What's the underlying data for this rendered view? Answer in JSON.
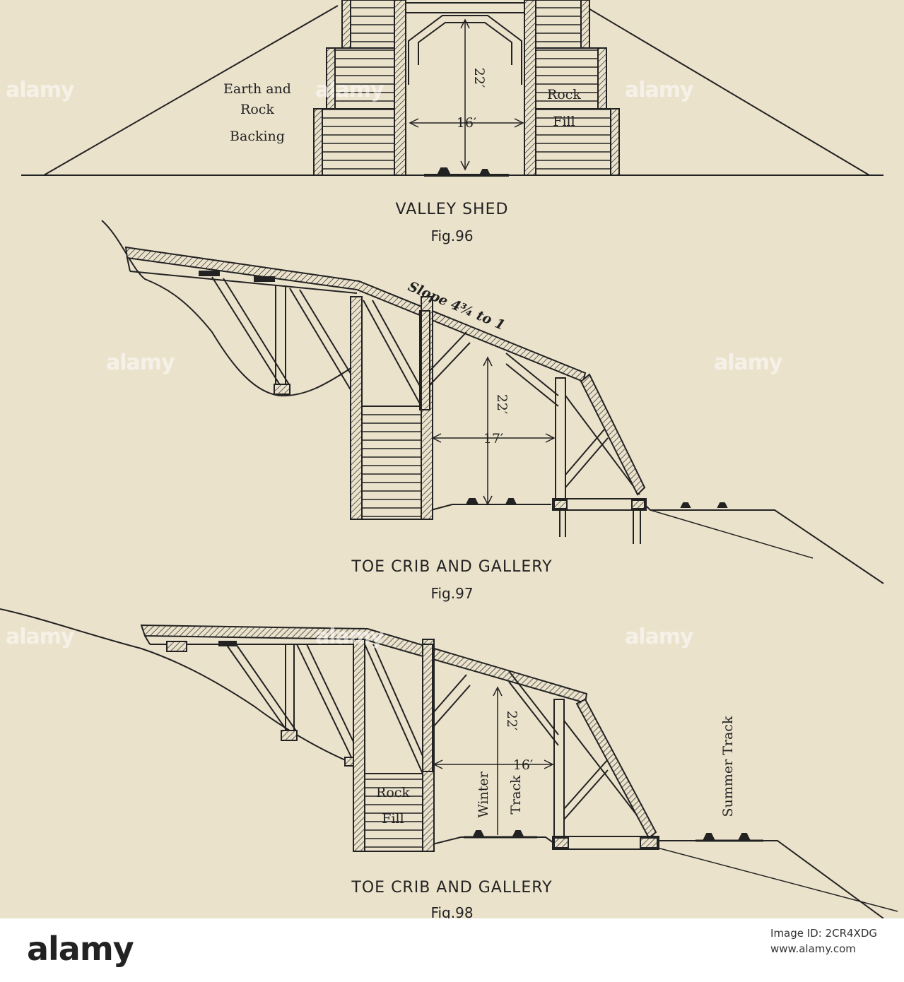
{
  "figures": [
    {
      "title": "VALLEY SHED",
      "fig": "Fig.96",
      "labels": {
        "backing1": "Earth and",
        "backing2": "Rock",
        "backing3": "Backing",
        "fill1": "Rock",
        "fill2": "Fill",
        "height": "22′",
        "width": "16′"
      }
    },
    {
      "title": "TOE CRIB AND GALLERY",
      "fig": "Fig.97",
      "labels": {
        "slope": "Slope 4¾ to 1",
        "height": "22′",
        "width": "17′"
      }
    },
    {
      "title": "TOE CRIB AND GALLERY",
      "fig": "Fig.98",
      "labels": {
        "fill1": "Rock",
        "fill2": "Fill",
        "winter1": "Winter",
        "winter2": "Track",
        "summer": "Summer Track",
        "height": "22′",
        "width": "16′"
      }
    }
  ],
  "watermark": "alamy",
  "footer": {
    "brand": "alamy",
    "image_id_label": "Image ID: 2CR4XDG",
    "site": "www.alamy.com"
  },
  "colors": {
    "paper": "#ebe2cc",
    "ink": "#222222"
  }
}
